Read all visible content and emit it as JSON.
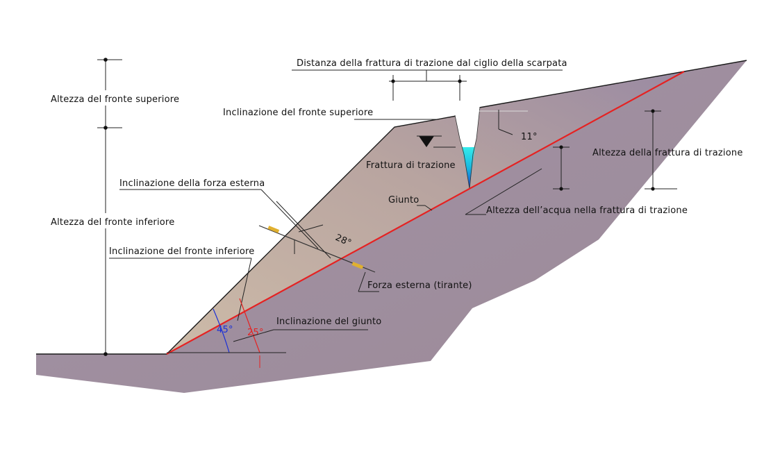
{
  "labels": {
    "upper_face_height": "Altezza del fronte superiore",
    "lower_face_height": "Altezza del fronte inferiore",
    "crack_distance": "Distanza della frattura di trazione dal ciglio della scarpata",
    "upper_face_inclination": "Inclinazione del fronte superiore",
    "tension_crack": "Frattura di trazione",
    "external_force_inclination": "Inclinazione della forza esterna",
    "joint": "Giunto",
    "lower_face_inclination": "Inclinazione del fronte inferiore",
    "external_force": "Forza esterna (tirante)",
    "joint_inclination": "Inclinazione del giunto",
    "crack_height": "Altezza della  frattura di trazione",
    "water_height": "Altezza dell’acqua nella frattura di trazione"
  },
  "angles": {
    "upper_face": "11°",
    "force": "28°",
    "lower_face": "45°",
    "joint": "25°"
  },
  "colors": {
    "rock_mass": "#a1909f",
    "sliding_block": "#c8b5a4",
    "joint_line": "#e52222",
    "water_top": "#2ee6e6",
    "water_bottom": "#1a4fd6",
    "lower_face_angle": "#1a2fd6",
    "joint_angle": "#e52222",
    "anchor": "#e0b030"
  }
}
